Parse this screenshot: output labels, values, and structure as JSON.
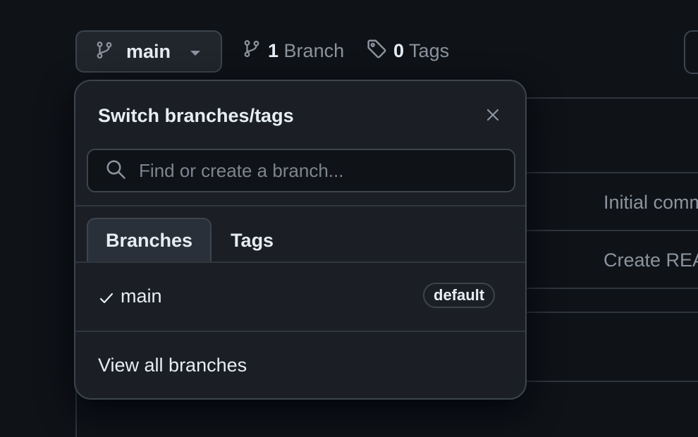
{
  "branch_selector": {
    "current_branch": "main",
    "icon": "git-branch-icon"
  },
  "repo_meta": {
    "branches_count": "1",
    "branches_label": "Branch",
    "tags_count": "0",
    "tags_label": "Tags"
  },
  "background_commits": [
    {
      "message": "Initial comm"
    },
    {
      "message": "Create REA"
    }
  ],
  "dropdown": {
    "title": "Switch branches/tags",
    "search": {
      "placeholder": "Find or create a branch...",
      "value": ""
    },
    "tabs": [
      {
        "label": "Branches",
        "active": true
      },
      {
        "label": "Tags",
        "active": false
      }
    ],
    "branches": [
      {
        "name": "main",
        "selected": true,
        "badge": "default"
      }
    ],
    "view_all_label": "View all branches"
  },
  "colors": {
    "background": "#0f1217",
    "panel": "#1b1f25",
    "border": "#3d444d",
    "text": "#e6edf3",
    "muted": "#8b949e"
  }
}
